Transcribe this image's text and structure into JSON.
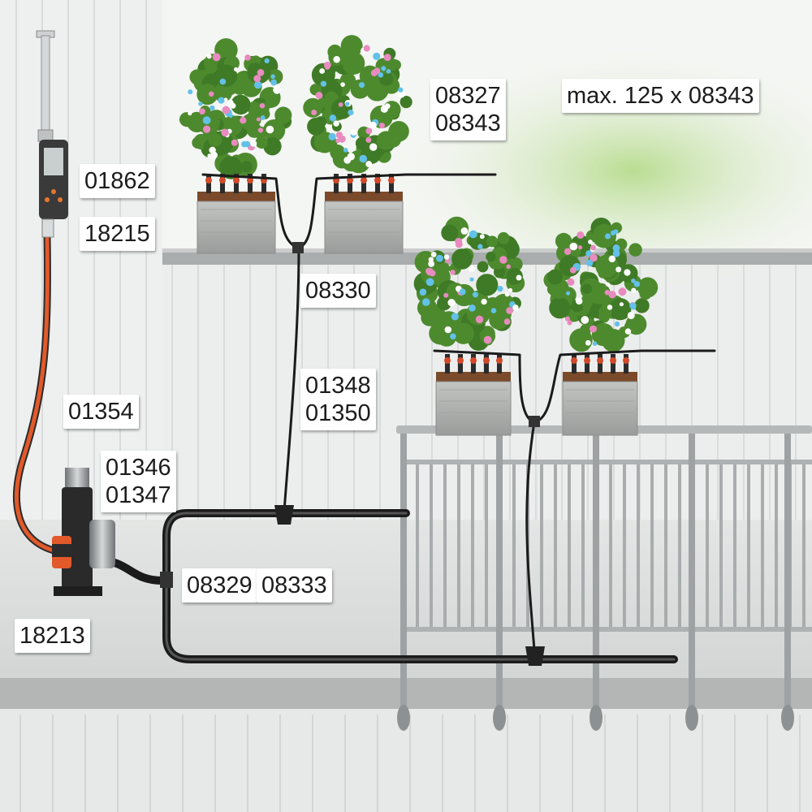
{
  "labels": {
    "water_computer": "01862",
    "tap_connector_top": "18215",
    "tap_connector_bottom": "18213",
    "pressure_reducer": "01354",
    "connector_line_1": "01346",
    "connector_line_2": "01347",
    "t_joint_main": "08329",
    "wall_mount": "08333",
    "t_joint_boxes": "08330",
    "supply_pipe_1": "01348",
    "supply_pipe_2": "01350",
    "drip_head_1": "08327",
    "drip_head_2": "08343",
    "max_note": "max. 125 x 08343"
  },
  "colors": {
    "background": "#e9ebea",
    "wall": "#f1f2f1",
    "pipe": "#1b1b1b",
    "hose": "#e2592a",
    "foliage": "#4d8a2e",
    "flower_pink": "#e88bbf",
    "flower_blue": "#63c1e8",
    "planter": "#aeb0ae",
    "rail": "#9fa3a4",
    "green_glow": "#c7e3a4"
  },
  "icons": [
    "tap-icon",
    "water-computer-icon",
    "pressure-reducer-icon",
    "planter-icon",
    "flower-icon",
    "drip-head-icon",
    "railing-icon"
  ]
}
